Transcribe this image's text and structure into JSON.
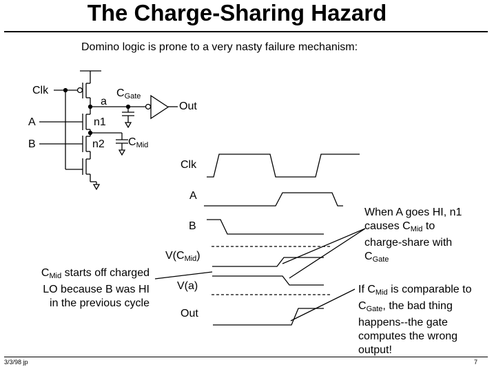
{
  "title": "The Charge-Sharing Hazard",
  "subtitle": "Domino logic is prone to a very nasty failure mechanism:",
  "circuit": {
    "clk": "Clk",
    "a_input": "A",
    "b_input": "B",
    "node_a": "a",
    "node_n1": "n1",
    "node_n2": "n2",
    "c_gate": {
      "main": "C",
      "sub": "Gate"
    },
    "c_mid": {
      "main": "C",
      "sub": "Mid"
    },
    "out": "Out"
  },
  "waveforms": {
    "clk": "Clk",
    "a": "A",
    "b": "B",
    "v_cmid": {
      "pre": "V(C",
      "sub": "Mid",
      "post": ")"
    },
    "v_a": "V(a)",
    "out": "Out"
  },
  "notes": {
    "left": {
      "l1_main": "C",
      "l1_sub": "Mid",
      "l1_rest": " starts off charged",
      "l2": "LO because B was HI",
      "l3": "in the previous cycle"
    },
    "right_top": {
      "l1": "When A goes HI, n1",
      "l2_pre": "causes C",
      "l2_sub": "Mid",
      "l2_post": " to",
      "l3": "charge-share with",
      "l4_main": "C",
      "l4_sub": "Gate"
    },
    "right_bottom": {
      "l1_pre": "If C",
      "l1_sub": "Mid",
      "l1_post": " is comparable to",
      "l2_main": "C",
      "l2_sub": "Gate",
      "l2_post": ", the bad thing",
      "l3": "happens--the gate",
      "l4": "computes the wrong",
      "l5": "output!"
    }
  },
  "footer": {
    "date": "3/3/98 jp",
    "page": "7"
  }
}
